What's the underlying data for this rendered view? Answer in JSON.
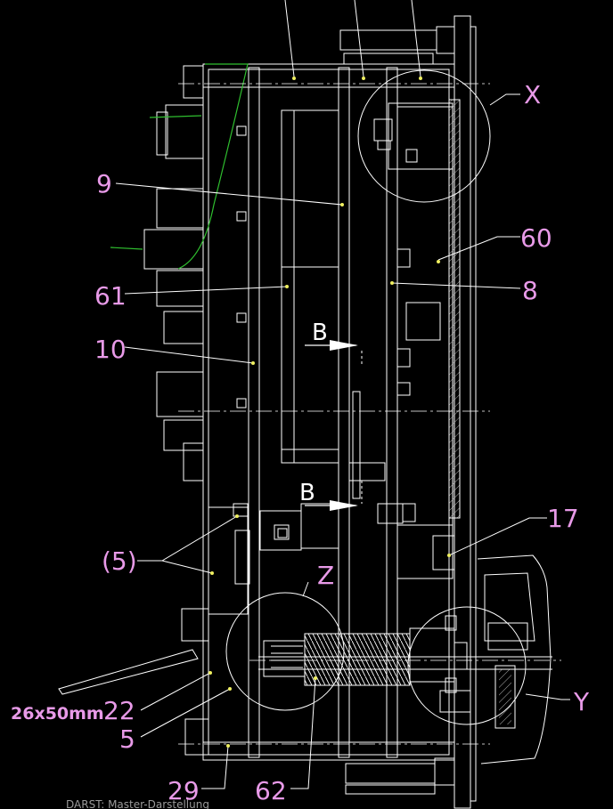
{
  "drawing": {
    "labels": {
      "x": "X",
      "n9": "9",
      "n60": "60",
      "n61": "61",
      "n8": "8",
      "n10": "10",
      "b_top": "B",
      "b_bottom": "B",
      "n17": "17",
      "n5_paren": "(5)",
      "z": "Z",
      "size": "26x50mm",
      "n22": "22",
      "n5": "5",
      "y": "Y",
      "n29": "29",
      "n62": "62"
    },
    "footer_text": "DARST: Master-Darstellung",
    "colors": {
      "background": "#000000",
      "linework": "#ffffff",
      "labels": "#e89ae8",
      "leader_dots": "#f0f060",
      "green_contour": "#2fbf2f"
    }
  }
}
